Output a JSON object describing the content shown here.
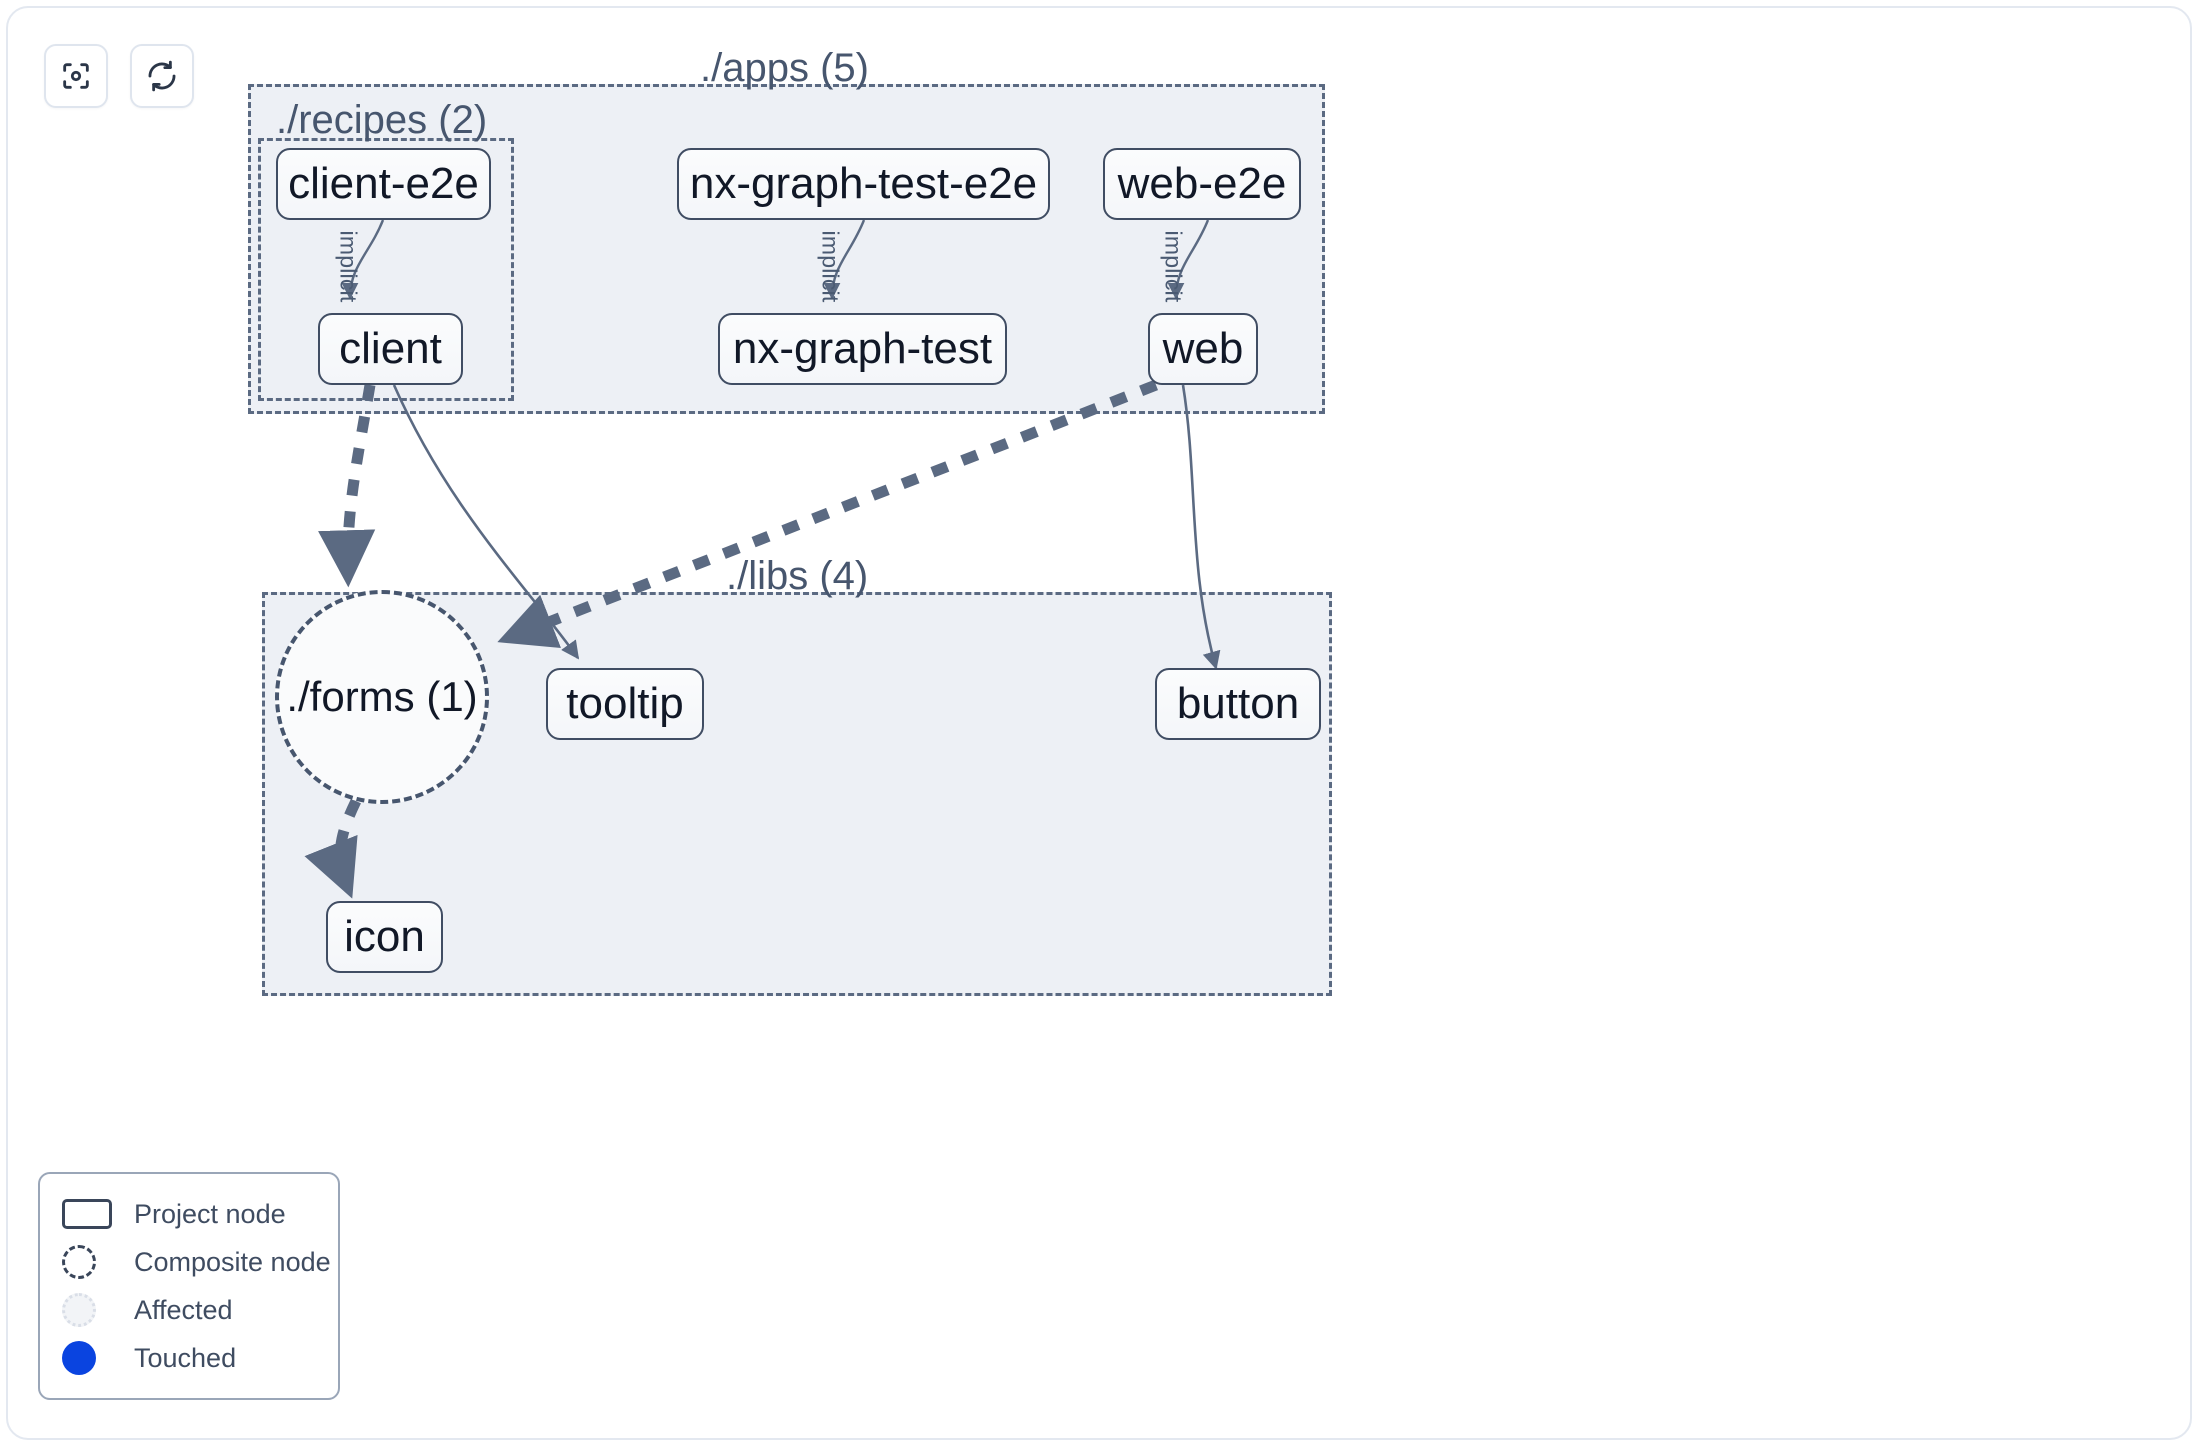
{
  "toolbar": {
    "buttons": [
      {
        "name": "focus-graph-button",
        "icon": "focus-target-icon",
        "title": "Focus graph"
      },
      {
        "name": "refresh-graph-button",
        "icon": "refresh-sync-icon",
        "title": "Refresh graph"
      }
    ]
  },
  "groups": {
    "apps": {
      "label": "./apps (5)",
      "count": 5
    },
    "recipes": {
      "label": "./recipes (2)",
      "count": 2
    },
    "libs": {
      "label": "./libs (4)",
      "count": 4
    },
    "forms": {
      "label": "./forms (1)",
      "count": 1,
      "type": "composite"
    }
  },
  "nodes": [
    {
      "id": "client-e2e",
      "label": "client-e2e",
      "group": "recipes"
    },
    {
      "id": "nx-graph-test-e2e",
      "label": "nx-graph-test-e2e",
      "group": "apps"
    },
    {
      "id": "web-e2e",
      "label": "web-e2e",
      "group": "apps"
    },
    {
      "id": "client",
      "label": "client",
      "group": "recipes"
    },
    {
      "id": "nx-graph-test",
      "label": "nx-graph-test",
      "group": "apps"
    },
    {
      "id": "web",
      "label": "web",
      "group": "apps"
    },
    {
      "id": "tooltip",
      "label": "tooltip",
      "group": "libs"
    },
    {
      "id": "button",
      "label": "button",
      "group": "libs"
    },
    {
      "id": "icon",
      "label": "icon",
      "group": "libs"
    }
  ],
  "edges": [
    {
      "from": "client-e2e",
      "to": "client",
      "label": "implicit",
      "style": "solid"
    },
    {
      "from": "nx-graph-test-e2e",
      "to": "nx-graph-test",
      "label": "implicit",
      "style": "solid"
    },
    {
      "from": "web-e2e",
      "to": "web",
      "label": "implicit",
      "style": "solid"
    },
    {
      "from": "client",
      "to": "./forms (1)",
      "label": "",
      "style": "dashed"
    },
    {
      "from": "client",
      "to": "tooltip",
      "label": "",
      "style": "solid"
    },
    {
      "from": "web",
      "to": "./forms (1)",
      "label": "",
      "style": "dashed"
    },
    {
      "from": "web",
      "to": "button",
      "label": "",
      "style": "solid"
    },
    {
      "from": "./forms (1)",
      "to": "icon",
      "label": "",
      "style": "dashed"
    }
  ],
  "edge_labels": {
    "implicit": "implicit"
  },
  "legend": {
    "items": [
      {
        "swatch": "project-node-swatch",
        "label": "Project node"
      },
      {
        "swatch": "composite-node-swatch",
        "label": "Composite node"
      },
      {
        "swatch": "affected-swatch",
        "label": "Affected"
      },
      {
        "swatch": "touched-swatch",
        "label": "Touched"
      }
    ]
  },
  "colors": {
    "group_bg": "#edf0f5",
    "group_border": "#5b6a82",
    "node_border": "#404d63",
    "node_text": "#111827",
    "edge": "#5b6a82",
    "touched": "#0a44e0",
    "panel_border": "#e3e8f0"
  }
}
